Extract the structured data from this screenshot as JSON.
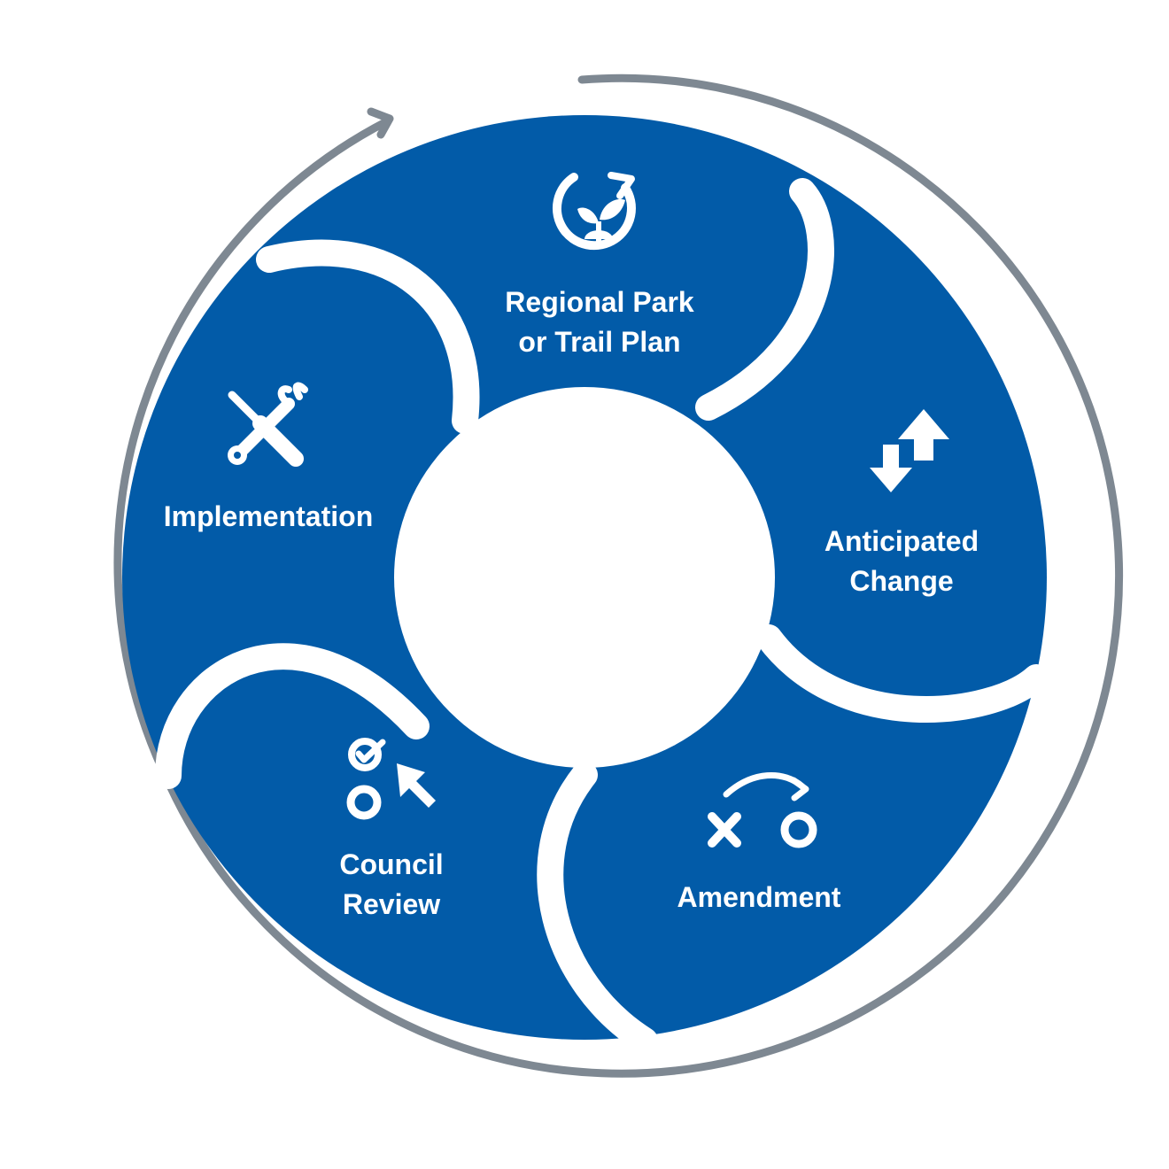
{
  "colors": {
    "segment_fill": "#025BA8",
    "separator": "#FFFFFF",
    "outer_arrow": "#7E8892",
    "label_text": "#FFFFFF"
  },
  "stages": [
    {
      "id": "plan",
      "lines": [
        "Regional Park",
        "or Trail Plan"
      ],
      "icon": "sprout-cycle-icon"
    },
    {
      "id": "change",
      "lines": [
        "Anticipated",
        "Change"
      ],
      "icon": "up-down-arrows-icon"
    },
    {
      "id": "amendment",
      "lines": [
        "Amendment"
      ],
      "icon": "x-to-o-play-icon"
    },
    {
      "id": "review",
      "lines": [
        "Council",
        "Review"
      ],
      "icon": "check-select-cursor-icon"
    },
    {
      "id": "implementation",
      "lines": [
        "Implementation"
      ],
      "icon": "wrench-screwdriver-icon"
    }
  ],
  "flow_direction": "clockwise"
}
